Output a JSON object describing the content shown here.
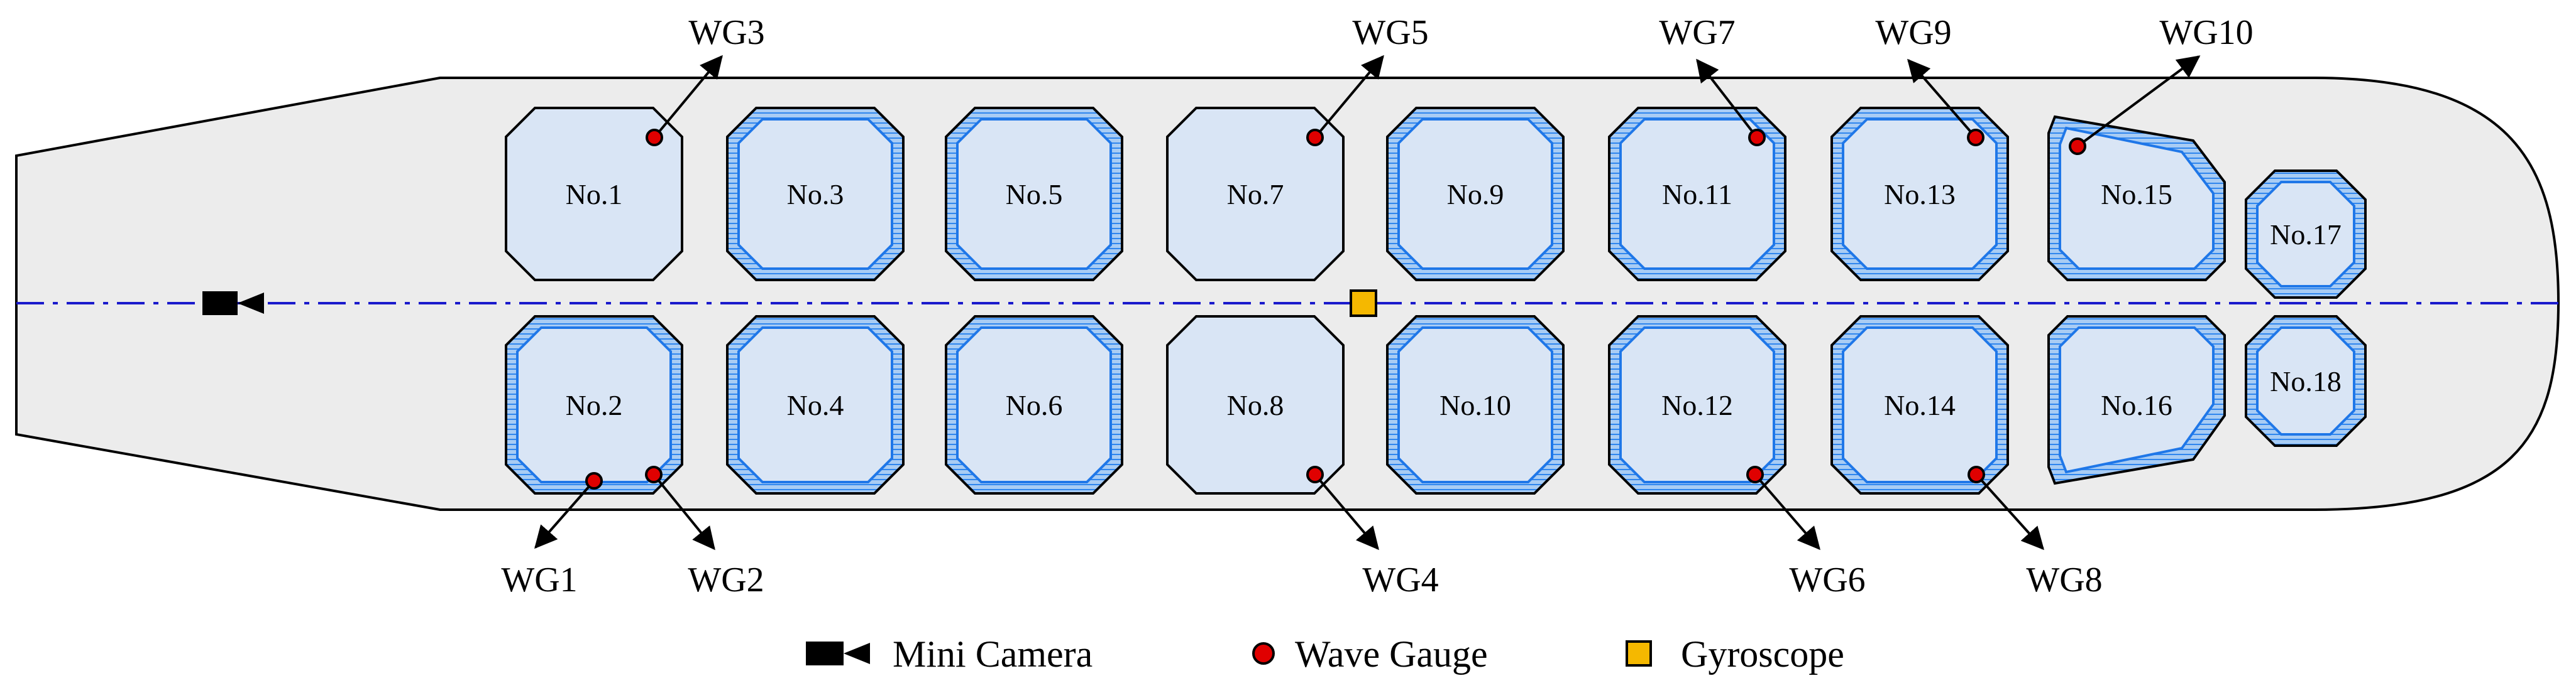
{
  "tanks": [
    {
      "label": "No.1",
      "lined": false
    },
    {
      "label": "No.2",
      "lined": true
    },
    {
      "label": "No.3",
      "lined": true
    },
    {
      "label": "No.4",
      "lined": true
    },
    {
      "label": "No.5",
      "lined": true
    },
    {
      "label": "No.6",
      "lined": true
    },
    {
      "label": "No.7",
      "lined": false
    },
    {
      "label": "No.8",
      "lined": false
    },
    {
      "label": "No.9",
      "lined": true
    },
    {
      "label": "No.10",
      "lined": true
    },
    {
      "label": "No.11",
      "lined": true
    },
    {
      "label": "No.12",
      "lined": true
    },
    {
      "label": "No.13",
      "lined": true
    },
    {
      "label": "No.14",
      "lined": true
    },
    {
      "label": "No.15",
      "lined": true
    },
    {
      "label": "No.16",
      "lined": true
    },
    {
      "label": "No.17",
      "lined": true
    },
    {
      "label": "No.18",
      "lined": true
    }
  ],
  "wave_gauges": [
    "WG1",
    "WG2",
    "WG3",
    "WG4",
    "WG5",
    "WG6",
    "WG7",
    "WG8",
    "WG9",
    "WG10"
  ],
  "legend": {
    "camera": "Mini Camera",
    "gauge": "Wave Gauge",
    "gyro": "Gyroscope"
  },
  "colors": {
    "hull_fill": "#ececec",
    "tank_fill": "#d9e5f5",
    "insulation_blue": "#1f77e8",
    "centerline": "#1a1acc",
    "gauge_red": "#e00000",
    "gyro_orange": "#f5b800",
    "outline": "#000000"
  }
}
